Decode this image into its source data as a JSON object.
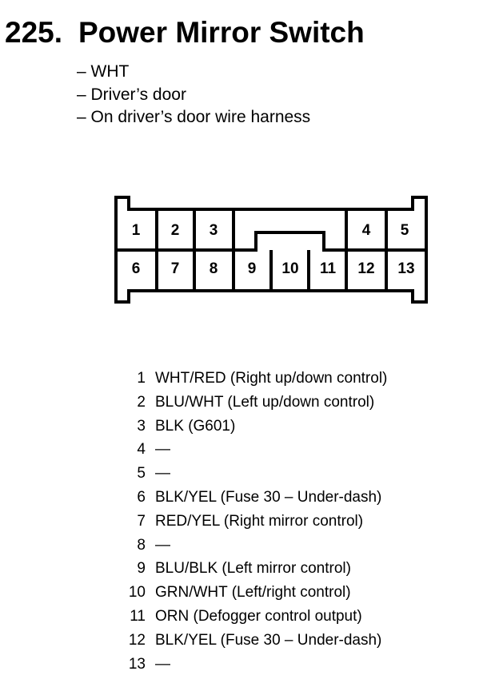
{
  "title": {
    "number": "225.",
    "name": "Power Mirror Switch"
  },
  "subtitles": [
    "– WHT",
    "– Driver’s door",
    "– On driver’s door wire harness"
  ],
  "connector": {
    "top_row": [
      "1",
      "2",
      "3",
      "4",
      "5"
    ],
    "bottom_row": [
      "6",
      "7",
      "8",
      "9",
      "10",
      "11",
      "12",
      "13"
    ]
  },
  "pins": [
    {
      "num": "1",
      "desc": "WHT/RED (Right up/down control)"
    },
    {
      "num": "2",
      "desc": "BLU/WHT (Left up/down control)"
    },
    {
      "num": "3",
      "desc": "BLK (G601)"
    },
    {
      "num": "4",
      "desc": "—"
    },
    {
      "num": "5",
      "desc": "—"
    },
    {
      "num": "6",
      "desc": "BLK/YEL (Fuse 30 – Under-dash)"
    },
    {
      "num": "7",
      "desc": "RED/YEL (Right mirror control)"
    },
    {
      "num": "8",
      "desc": "—"
    },
    {
      "num": "9",
      "desc": "BLU/BLK (Left mirror control)"
    },
    {
      "num": "10",
      "desc": "GRN/WHT (Left/right control)"
    },
    {
      "num": "11",
      "desc": "ORN (Defogger control output)"
    },
    {
      "num": "12",
      "desc": "BLK/YEL (Fuse 30 – Under-dash)"
    },
    {
      "num": "13",
      "desc": "—"
    }
  ]
}
